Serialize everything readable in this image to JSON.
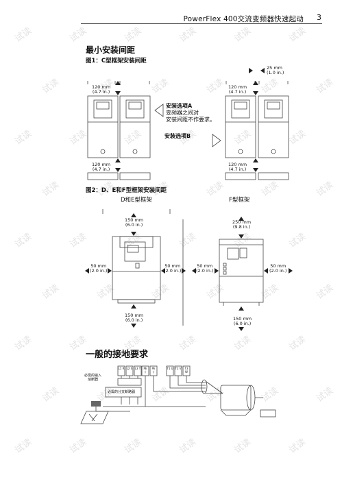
{
  "header": {
    "title": "PowerFlex 400交流变频器快速起动",
    "page": "3"
  },
  "section1": {
    "title": "最小安装间距",
    "figure1_caption": "图1：C型框架安装间距",
    "dim_120": "120 mm",
    "dim_120_in": "(4.7 in.)",
    "dim_25": "25 mm",
    "dim_25_in": "(1.0 in.)",
    "option_a_title": "安装选项A",
    "option_a_line1": "变频器之间对",
    "option_a_line2": "安装间距不作要求。",
    "option_b_title": "安装选项B"
  },
  "section2": {
    "figure2_caption": "图2：D、E和F型框架安装间距",
    "de_title": "D和E型框架",
    "f_title": "F型框架",
    "dim_150": "150 mm",
    "dim_150_in": "(6.0 in.)",
    "dim_50": "50 mm",
    "dim_50_in": "(2.0 in.)",
    "dim_250": "250 mm",
    "dim_250_in": "(9.8 in.)"
  },
  "section3": {
    "title": "一般的接地要求",
    "input_label_1": "必需的输入",
    "input_label_2": "熔断器",
    "breaker_label": "必需的分支断路器",
    "terminals": [
      "L1 R",
      "L2 S",
      "L3 T",
      "PE ⏚",
      "PE ⏚",
      "T1 U",
      "T2 V",
      "T3 W"
    ]
  },
  "watermark": "试读"
}
